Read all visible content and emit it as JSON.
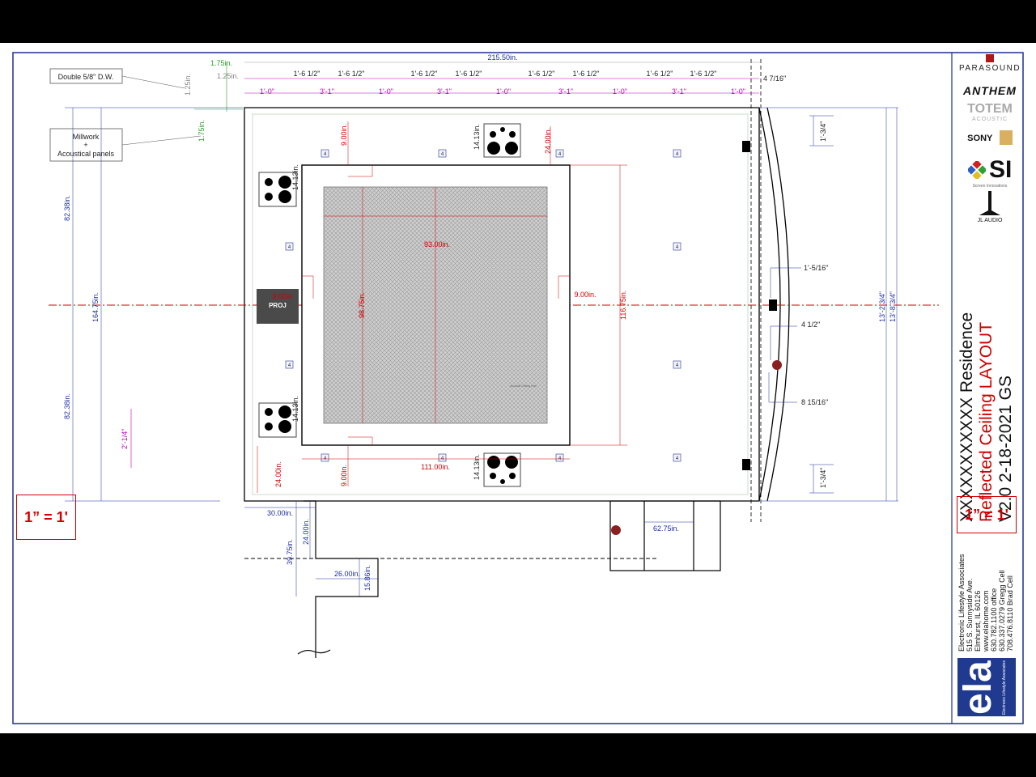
{
  "title_block": {
    "residence": "XXXXXXXXXXX Residence",
    "sheet_title": "Reflected Ceiling LAYOUT",
    "revision": "V2.0 2-18-2021 GS",
    "scale": "1” = 1'",
    "company": {
      "name": "Electronic Lifestyle Associates",
      "street": "515 S. Sunnyside Ave.",
      "city": "Elmhurst, IL 60126",
      "web": "www.elahome.com",
      "office": "630.782.1100 office",
      "cell1": "630.337.0279 Gregg Cell",
      "cell2": "708.476.8110 Brad Cell",
      "logo_text": "ela",
      "logo_sub": "Electronic Lifestyle Associates"
    },
    "brands": {
      "parasound": "PARASOUND",
      "anthem": "ANTHEM",
      "totem": "TOTEM",
      "totem_sub": "ACOUSTIC",
      "sony": "SONY",
      "si": "SI",
      "si_sub": "Screen Innovations",
      "jl": "JL AUDIO"
    }
  },
  "left_scale": "1” = 1'",
  "notes": {
    "drywall": "Double 5/8\" D.W.",
    "millwork_1": "Millwork",
    "millwork_2": "+",
    "millwork_3": "Acoustical panels"
  },
  "labels": {
    "projector": "PROJ",
    "fixture": "4",
    "screen_note": "Acoustic Ceiling Grid"
  },
  "dims": {
    "overall_width": "215.50in.",
    "top_175": "1.75in.",
    "top_125": "1.25in.",
    "side_125": "1.25in.",
    "side_175": "1.75in.",
    "d_1_0": "1'-0\"",
    "d_1_6": "1'-6 1/2\"",
    "d_3_1": "3'-1\"",
    "d_4_7_16": "4 7/16\"",
    "d_1_3_4": "1'-3/4\"",
    "d_1_5_16": "1'-5/16\"",
    "d_4_1_2": "4 1/2\"",
    "d_8_15_16": "8 15/16\"",
    "d_13_2": "13'-2 3/4\"",
    "d_13_8": "13'-8 3/4\"",
    "d_82_38": "82.38in.",
    "d_164_75": "164.75in.",
    "d_2_1_4": "2'-1/4\"",
    "d_9": "9.00in.",
    "d_24": "24.00in.",
    "d_14_13": "14.13in.",
    "d_93": "93.00in.",
    "d_98_75": "98.75in.",
    "d_116_75": "116.75in.",
    "d_111": "111.00in.",
    "d_30": "30.00in.",
    "d_39_75": "39.75in.",
    "d_26": "26.00in.",
    "d_15_86": "15.86in.",
    "d_62_75": "62.75in."
  },
  "colors": {
    "dim_magenta": "#c000c0",
    "dim_red": "#d00000",
    "dim_blue": "#1f2fa0",
    "dim_green": "#2aa02a"
  }
}
